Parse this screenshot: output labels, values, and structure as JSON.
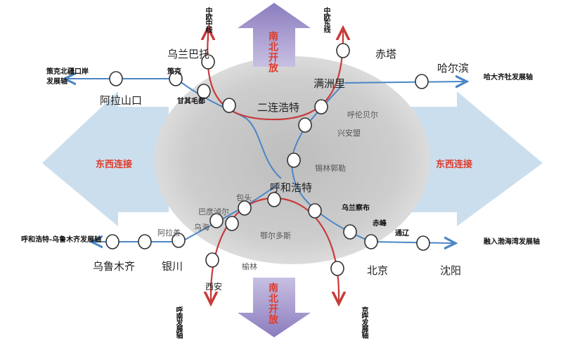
{
  "colors": {
    "background_ellipse": "#cfcfcf",
    "blue_arrow": "#c5d9ea",
    "purple_arrow": "#a698c9",
    "blue_line": "#4b86c6",
    "red_line": "#c83b3b",
    "accent_text": "#e03a2a"
  },
  "arrows": {
    "north_label": "南北开放",
    "south_label": "南北开放",
    "west_label": "东西连接",
    "east_label": "东西连接"
  },
  "cities": {
    "wulanbatuo": "乌兰巴托",
    "chita": "赤塔",
    "manzhouli": "满洲里",
    "haerbin": "哈尔滨",
    "erlianhaote": "二连浩特",
    "ceke": "策克",
    "alashankou": "阿拉山口",
    "ganqimaodu": "甘其毛都",
    "huhehaote": "呼和浩特",
    "wulumuqi": "乌鲁木齐",
    "yinchuan": "银川",
    "xian": "西安",
    "beijing": "北京",
    "shenyang": "沈阳",
    "chifeng": "赤峰",
    "tongliao": "通辽",
    "wulanchabu": "乌兰察布",
    "baotou": "包头",
    "bayannaoer": "巴彦淖尔",
    "alashan": "阿拉善",
    "wuhai": "乌海"
  },
  "regions": {
    "hulunbeier": "呼伦贝尔",
    "xinganmeng": "兴安盟",
    "xilinguole": "锡林郭勒",
    "eerduosi": "鄂尔多斯",
    "yulin": "榆林"
  },
  "corridors": {
    "cekebei": "策克北疆口岸发展轴",
    "hada": "哈大齐牡发展轴",
    "huwu": "呼和浩特-乌鲁木齐发展轴",
    "bohai": "融入渤海湾发展轴",
    "zhongou_zhong": "中欧中线",
    "zhongou_dong": "中欧东线",
    "hunan_south": "呼南发展轴",
    "jinghu_south": "京呼发展轴"
  }
}
